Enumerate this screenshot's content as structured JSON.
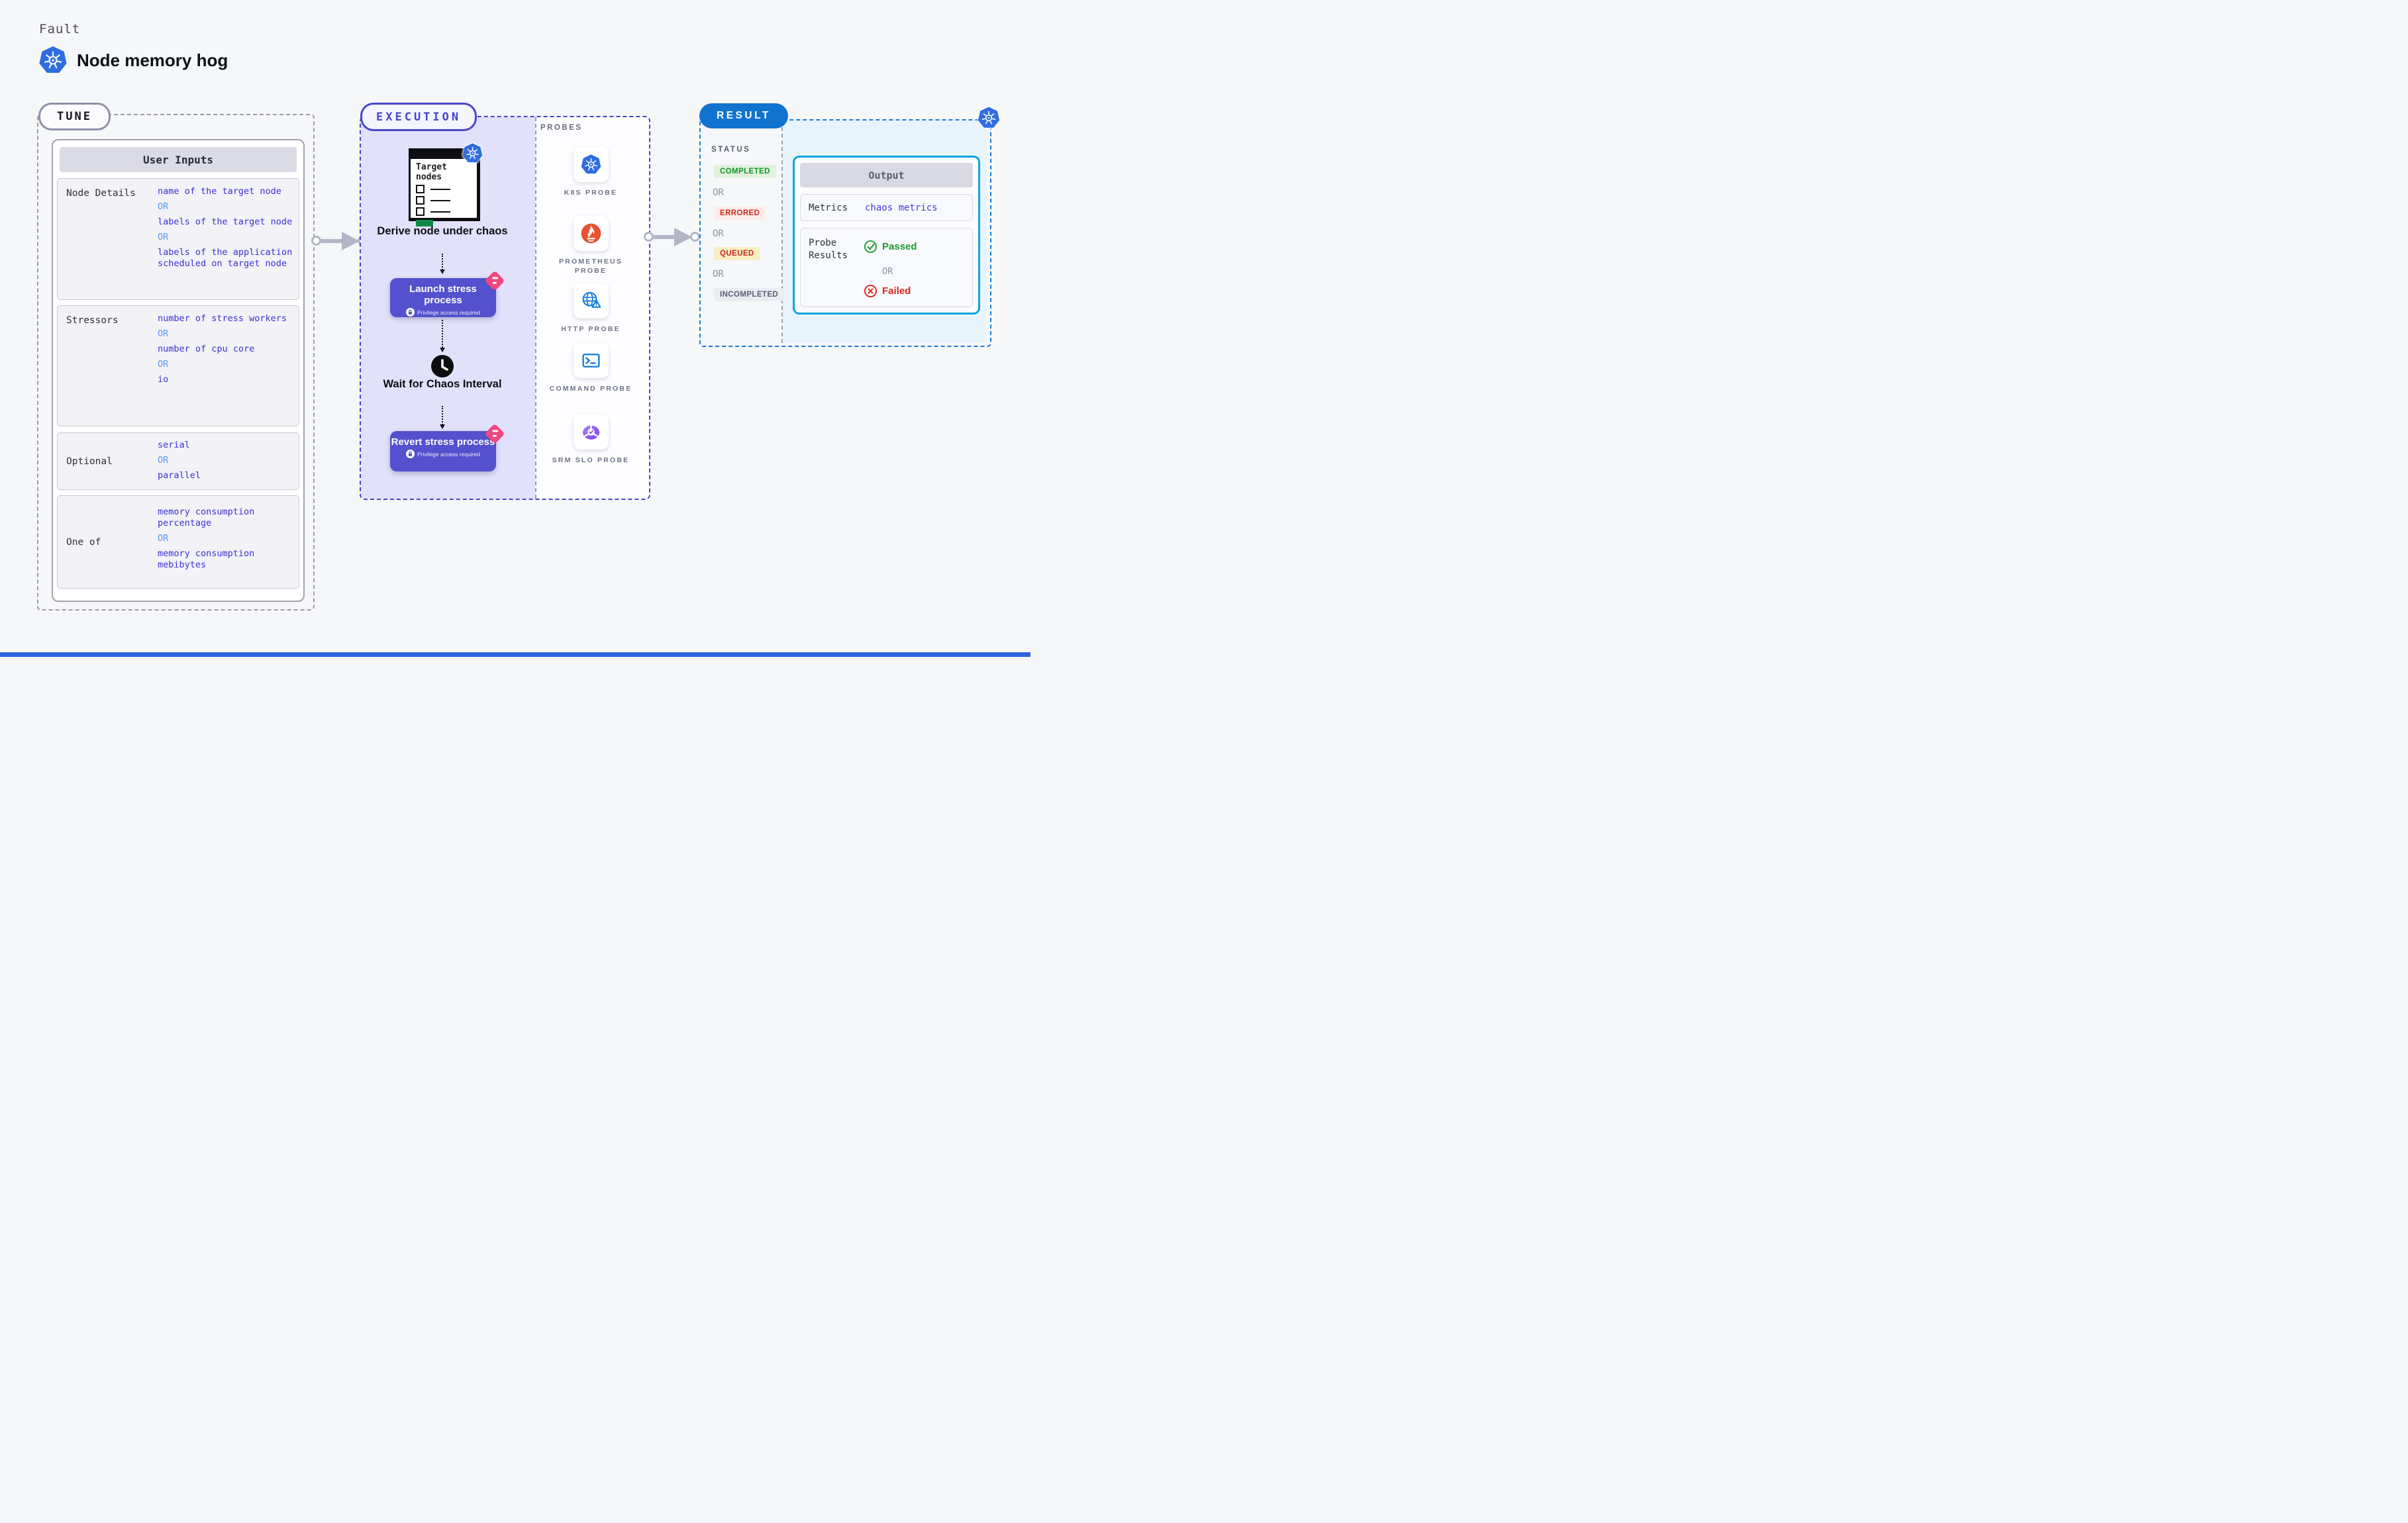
{
  "common": {
    "or": "OR"
  },
  "header": {
    "kicker": "Fault",
    "title": "Node memory hog"
  },
  "tune": {
    "badge": "TUNE",
    "table_title": "User Inputs",
    "rows": [
      {
        "label": "Node Details",
        "values": [
          "name of the target node",
          "labels of the target node",
          "labels of the application scheduled on target node"
        ]
      },
      {
        "label": "Stressors",
        "values": [
          "number of stress workers",
          "number of cpu core",
          "io"
        ]
      },
      {
        "label": "Optional",
        "values": [
          "serial",
          "parallel"
        ]
      },
      {
        "label": "One of",
        "values": [
          "memory consumption percentage",
          "memory consumption mebibytes"
        ]
      }
    ]
  },
  "execution": {
    "badge": "EXECUTION",
    "target_window": {
      "title": "Target nodes"
    },
    "derive_label": "Derive node under chaos",
    "launch_button": {
      "title": "Launch stress process",
      "subtitle": "Privilege access required"
    },
    "wait_label": "Wait for Chaos Interval",
    "revert_button": {
      "title": "Revert stress process",
      "subtitle": "Privilege access required"
    }
  },
  "probes": {
    "title": "PROBES",
    "items": [
      {
        "label": "K8S PROBE",
        "icon": "kubernetes-icon"
      },
      {
        "label": "PROMETHEUS PROBE",
        "icon": "prometheus-icon"
      },
      {
        "label": "HTTP PROBE",
        "icon": "globe-warning-icon"
      },
      {
        "label": "COMMAND PROBE",
        "icon": "terminal-icon"
      },
      {
        "label": "SRM SLO PROBE",
        "icon": "slo-donut-icon"
      }
    ]
  },
  "result": {
    "badge": "RESULT",
    "status_title": "STATUS",
    "statuses": [
      {
        "label": "COMPLETED",
        "color": "green"
      },
      {
        "label": "ERRORED",
        "color": "red"
      },
      {
        "label": "QUEUED",
        "color": "yellow"
      },
      {
        "label": "INCOMPLETED",
        "color": "gray"
      }
    ],
    "output": {
      "title": "Output",
      "metrics_label": "Metrics",
      "metrics_value": "chaos metrics",
      "probe_results_label": "Probe Results",
      "passed_label": "Passed",
      "failed_label": "Failed"
    }
  },
  "colors": {
    "accent_indigo": "#5351cd",
    "execution_border": "#4343cb",
    "kubernetes_blue": "#2f6de0",
    "result_blue": "#1173d0",
    "output_border": "#0da6dc",
    "passed_green": "#1d9e33",
    "failed_red": "#d8261c",
    "queued_yellow_bg": "#f8eec1",
    "ribbon_pink": "#f2477e",
    "lavender_panel": "#e2e1fb"
  }
}
